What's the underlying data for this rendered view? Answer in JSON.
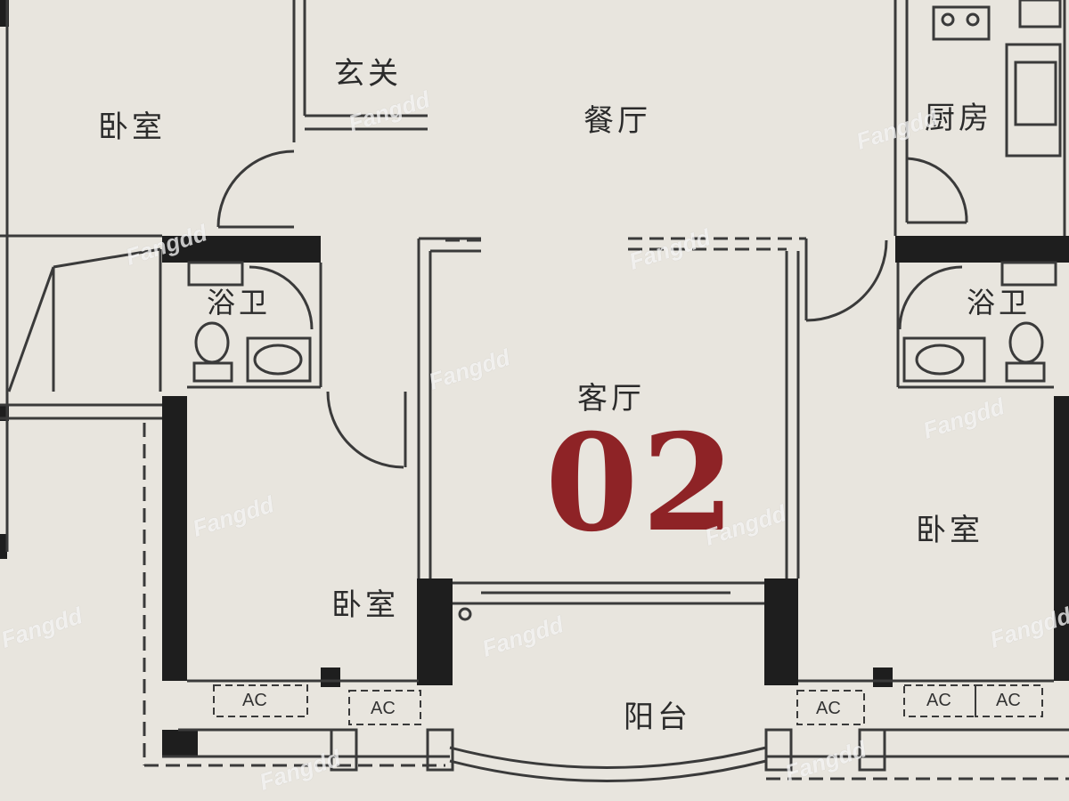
{
  "rooms": {
    "bedroom_top_left": "卧室",
    "entrance": "玄关",
    "dining": "餐厅",
    "kitchen": "厨房",
    "bath_left": "浴卫",
    "bath_right": "浴卫",
    "living": "客厅",
    "bedroom_left": "卧室",
    "bedroom_right": "卧室",
    "balcony": "阳台"
  },
  "unit_number": "02",
  "ac_units": [
    "AC",
    "AC",
    "AC",
    "AC",
    "AC"
  ],
  "watermark": "Fangdd",
  "colors": {
    "paper": "#e8e5de",
    "wall": "#1e1e1e",
    "unit_number": "#8e2326"
  }
}
